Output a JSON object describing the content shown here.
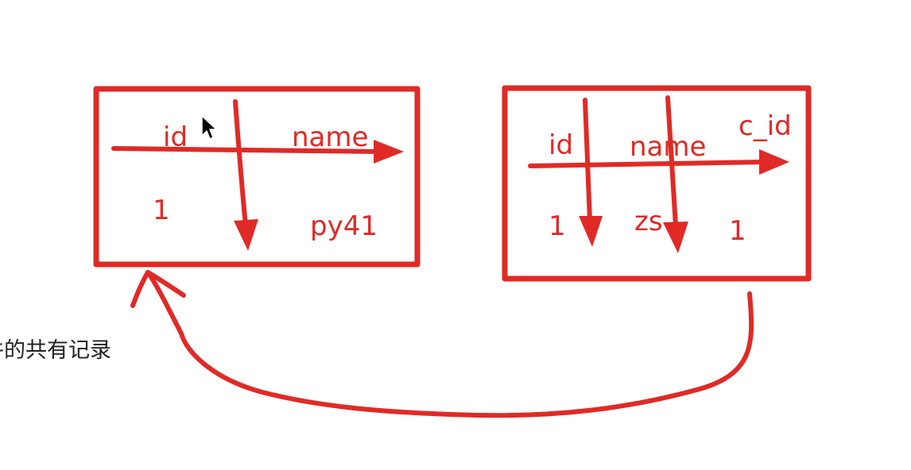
{
  "colors": {
    "ink": "#e02a26",
    "caption": "#222222",
    "background": "#ffffff"
  },
  "table_left": {
    "headers": [
      "id",
      "name"
    ],
    "row": [
      "1",
      "py41"
    ]
  },
  "table_right": {
    "headers": [
      "id",
      "name",
      "c_id"
    ],
    "row": [
      "1",
      "zs",
      "1"
    ]
  },
  "caption": "件的共有记录",
  "cursor_icon": "mouse-pointer-icon"
}
